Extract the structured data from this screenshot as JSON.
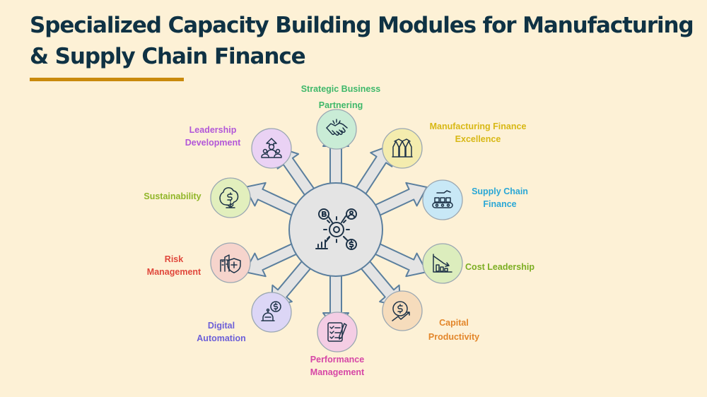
{
  "title": "Specialized Capacity Building Modules for Manufacturing & Supply Chain Finance",
  "colors": {
    "background": "#fdf1d6",
    "title": "#0f3244",
    "accent_bar": "#c98a0c",
    "hub_fill": "#dcdcdc",
    "arrow_stroke": "#5b7f9e",
    "icon_stroke": "#1e3348"
  },
  "modules": [
    {
      "id": "strategic-business-partnering",
      "label": "Strategic Business Partnering",
      "icon": "handshake-icon",
      "color": "#3fb86a",
      "fill": "#c9ecd6"
    },
    {
      "id": "manufacturing-finance-excellence",
      "label": "Manufacturing Finance Excellence",
      "icon": "factory-chart-icon",
      "color": "#d8b814",
      "fill": "#f4ecae"
    },
    {
      "id": "supply-chain-finance",
      "label": "Supply Chain Finance",
      "icon": "conveyor-icon",
      "color": "#2aa7d6",
      "fill": "#c8e8f6"
    },
    {
      "id": "cost-leadership",
      "label": "Cost Leadership",
      "icon": "declining-chart-icon",
      "color": "#7cae22",
      "fill": "#dcedbd"
    },
    {
      "id": "capital-productivity",
      "label": "Capital Productivity",
      "icon": "dollar-growth-icon",
      "color": "#e3862a",
      "fill": "#f6dcbc"
    },
    {
      "id": "performance-management",
      "label": "Performance Management",
      "icon": "checklist-icon",
      "color": "#d646a6",
      "fill": "#f4cde4"
    },
    {
      "id": "digital-automation",
      "label": "Digital Automation",
      "icon": "robot-dollar-icon",
      "color": "#6c5fd8",
      "fill": "#dcd6f6"
    },
    {
      "id": "risk-management",
      "label": "Risk Management",
      "icon": "shield-plus-icon",
      "color": "#e0483c",
      "fill": "#f6d4cc"
    },
    {
      "id": "sustainability",
      "label": "Sustainability",
      "icon": "dollar-tree-icon",
      "color": "#90b628",
      "fill": "#e2efbd"
    },
    {
      "id": "leadership-development",
      "label": "Leadership Development",
      "icon": "team-growth-icon",
      "color": "#b257d8",
      "fill": "#ead2f4"
    }
  ],
  "hub_icon": "gear-network-icon"
}
